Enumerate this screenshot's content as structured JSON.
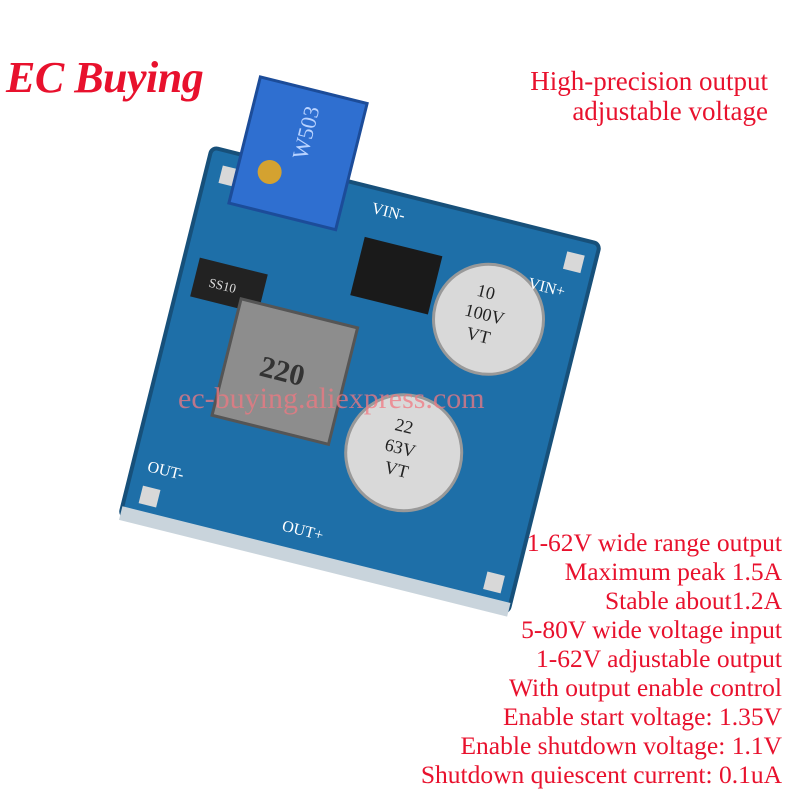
{
  "brand": {
    "logo_text": "EC Buying",
    "color": "#e8112d"
  },
  "headline": {
    "lines": [
      "High-precision output",
      "adjustable voltage"
    ]
  },
  "specs": [
    "1-62V wide range output",
    "Maximum peak 1.5A",
    "Stable about1.2A",
    "5-80V wide voltage input",
    "1-62V adjustable output",
    "With output enable control",
    "Enable start voltage: 1.35V",
    "Enable shutdown voltage: 1.1V",
    "Shutdown quiescent current: 0.1uA"
  ],
  "watermark": "ec-buying.aliexpress.com",
  "board": {
    "pcb_color": "#1e6fa8",
    "labels": {
      "pot": "W503",
      "vin_minus": "VIN-",
      "vin_plus": "VIN+",
      "out_minus": "OUT-",
      "out_plus": "OUT+",
      "diode": "SS10",
      "inductor": "220",
      "cap1_lines": [
        "10",
        "100V",
        "VT"
      ],
      "cap2_lines": [
        "22",
        "63V",
        "VT"
      ]
    }
  }
}
